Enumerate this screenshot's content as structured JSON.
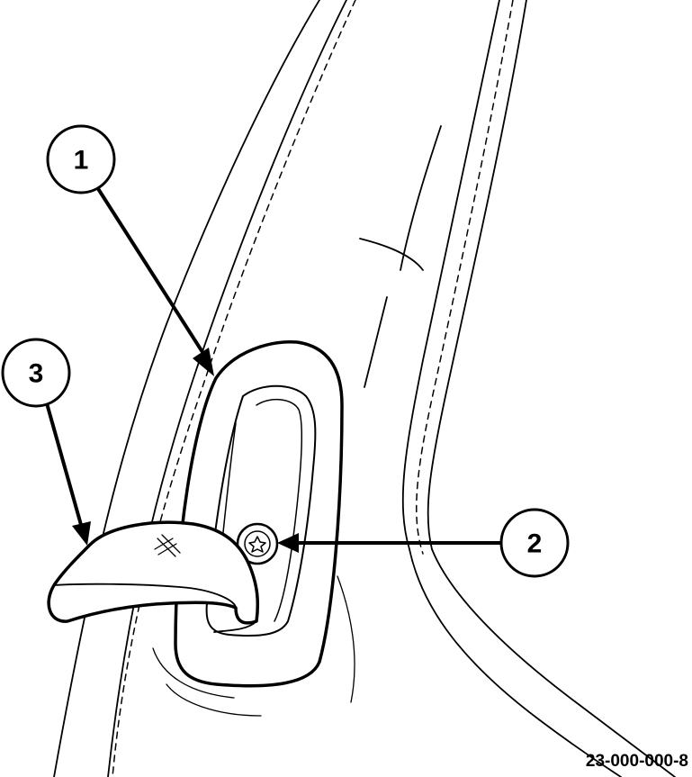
{
  "callouts": [
    {
      "number": "1",
      "meaning": ""
    },
    {
      "number": "2",
      "meaning": ""
    },
    {
      "number": "3",
      "meaning": ""
    }
  ],
  "figure_id": "23-000-000-8",
  "colors": {
    "ink": "#000000",
    "paper": "#ffffff"
  }
}
